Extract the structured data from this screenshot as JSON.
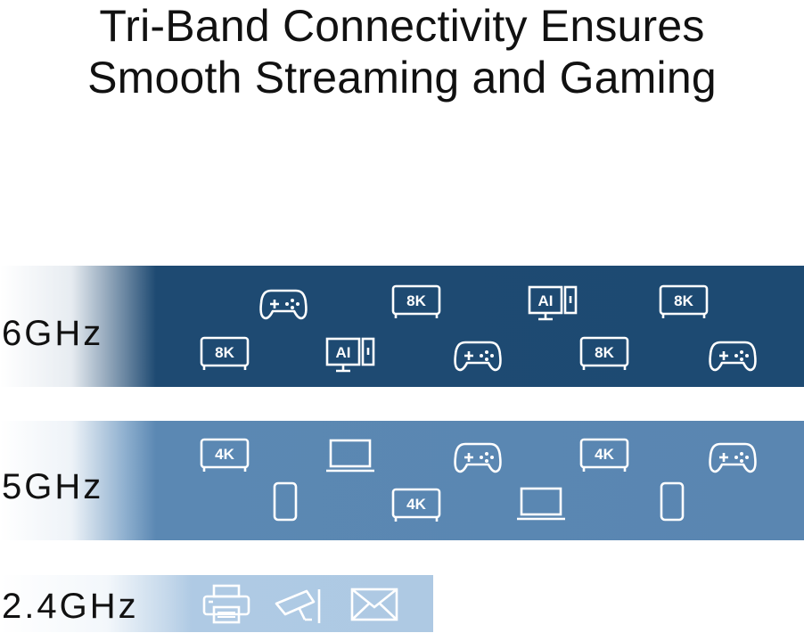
{
  "headline": {
    "line1": "Tri-Band Connectivity Ensures",
    "line2": "Smooth Streaming and Gaming"
  },
  "bands": [
    {
      "label": "6GHz",
      "color": "#1d4a72",
      "icons": [
        "gamepad-icon",
        "tv-8k-icon",
        "ai-pc-icon",
        "tv-8k-icon",
        "tv-8k-icon",
        "ai-pc-icon",
        "gamepad-icon",
        "tv-8k-icon",
        "gamepad-icon"
      ],
      "tv_text": "8K",
      "ai_text": "AI"
    },
    {
      "label": "5GHz",
      "color": "#5a86b1",
      "icons": [
        "tv-4k-icon",
        "laptop-icon",
        "gamepad-icon",
        "tv-4k-icon",
        "gamepad-icon",
        "phone-icon",
        "tv-4k-icon",
        "laptop-icon",
        "phone-icon"
      ],
      "tv_text": "4K"
    },
    {
      "label": "2.4GHz",
      "color": "#aec9e3",
      "icons": [
        "printer-icon",
        "security-camera-icon",
        "mail-icon"
      ]
    }
  ]
}
